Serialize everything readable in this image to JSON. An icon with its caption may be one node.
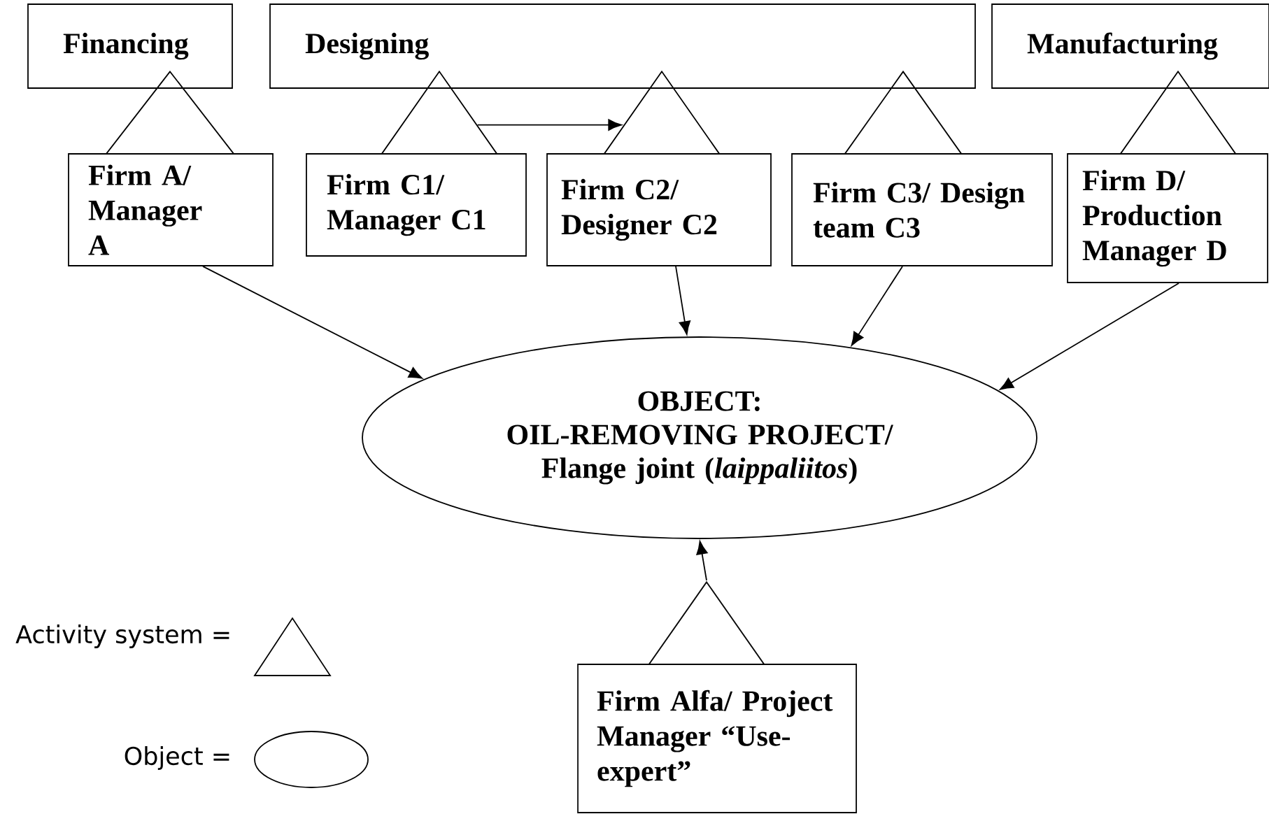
{
  "diagram": {
    "nodes": [
      {
        "text": [
          "Financing"
        ]
      },
      {
        "text": [
          "Designing"
        ]
      },
      {
        "text": [
          "Manufacturing"
        ]
      },
      {
        "text": [],
        "shape": "triangle"
      },
      {
        "text": [],
        "shape": "triangle"
      },
      {
        "text": [],
        "shape": "triangle"
      },
      {
        "text": [],
        "shape": "triangle"
      },
      {
        "text": [],
        "shape": "triangle"
      },
      {
        "text": [
          "Firm A/ Manager A"
        ]
      },
      {
        "text": [
          "Firm C1/ Manager C1"
        ]
      },
      {
        "text": [
          "Firm C2/ Designer C2"
        ]
      },
      {
        "text": [
          "Firm C3/ Design team C3"
        ]
      },
      {
        "text": [
          "Firm D/ Production Manager D"
        ]
      },
      {
        "text": [
          "OBJECT:",
          "OIL-REMOVING PROJECT/ Flange joint (*laippaliitos*)"
        ]
      },
      {
        "text": [],
        "shape": "triangle"
      },
      {
        "text": [
          "Firm Alfa/ Project Manager “Use-expert”"
        ]
      }
    ],
    "edges": [
      {
        "from": 4,
        "to": 5,
        "arrow": "to"
      },
      {
        "from": 8,
        "to": 13,
        "arrow": "to"
      },
      {
        "from": 10,
        "to": 13,
        "arrow": "to"
      },
      {
        "from": 11,
        "to": 13,
        "arrow": "to"
      },
      {
        "from": 12,
        "to": 13,
        "arrow": "to"
      },
      {
        "from": 14,
        "to": 13,
        "arrow": "to"
      }
    ],
    "legend": [
      {
        "text": "Activity system ="
      },
      {
        "text": "Object ="
      }
    ]
  }
}
